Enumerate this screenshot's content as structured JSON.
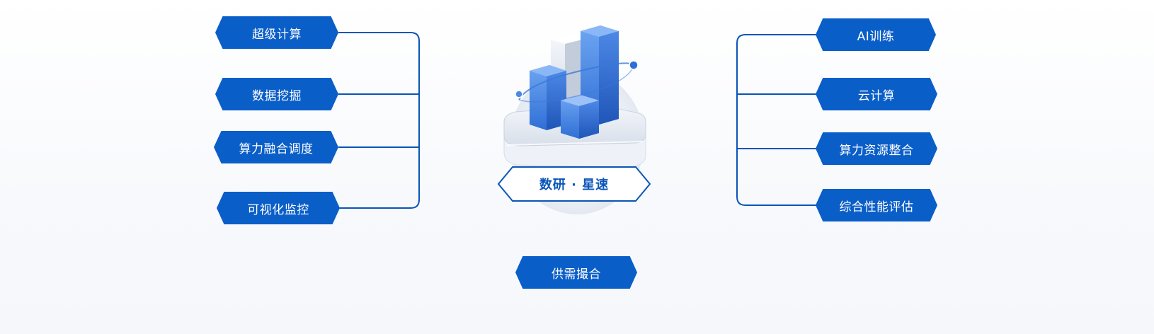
{
  "center": {
    "title": "数研 · 星速"
  },
  "left_nodes": [
    {
      "label": "超级计算"
    },
    {
      "label": "数据挖掘"
    },
    {
      "label": "算力融合调度"
    },
    {
      "label": "可视化监控"
    }
  ],
  "right_nodes": [
    {
      "label": "AI训练"
    },
    {
      "label": "云计算"
    },
    {
      "label": "算力资源整合"
    },
    {
      "label": "综合性能评估"
    }
  ],
  "bottom_node": {
    "label": "供需撮合"
  },
  "colors": {
    "node_fill": "#0a5ec8",
    "line": "#0a55b8",
    "background": "#f7f9fc"
  },
  "icons": [
    "bar-chart-3d-icon",
    "orbit-ring-icon"
  ]
}
